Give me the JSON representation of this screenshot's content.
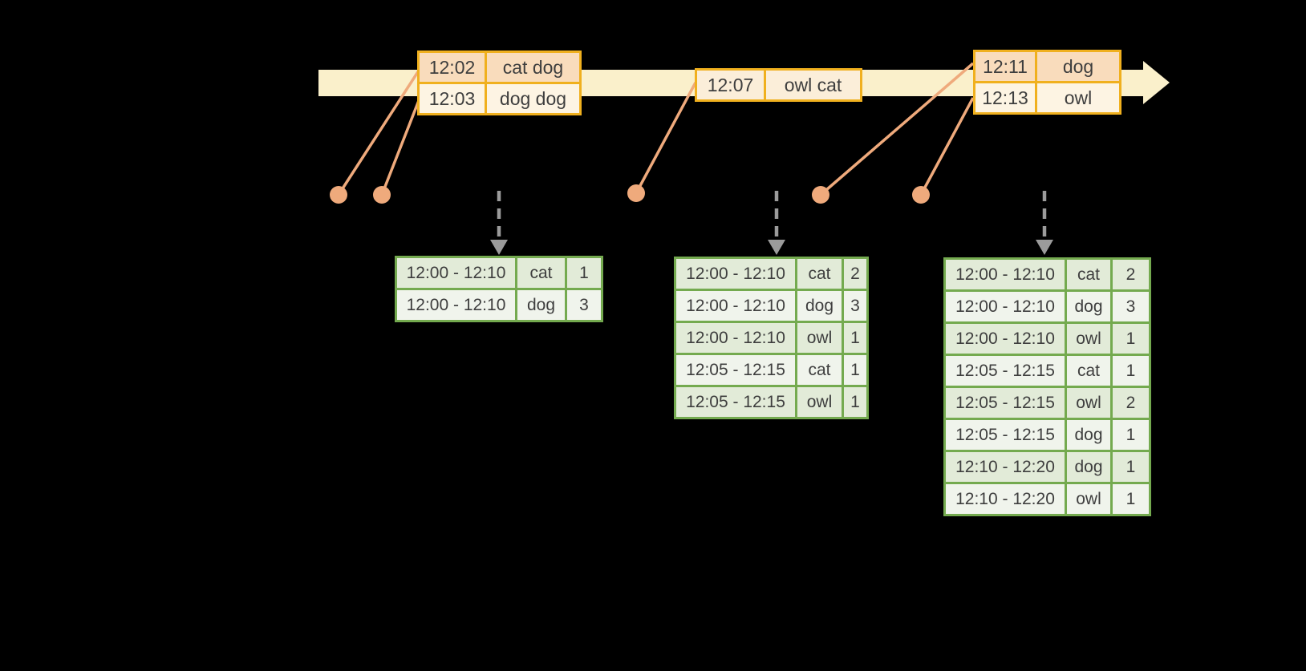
{
  "colors": {
    "background": "#000000",
    "timeline_band": "#FAF0CB",
    "event_border": "#F0B01E",
    "event_row_dark": "#F9DCBC",
    "event_row_light": "#FDF4E3",
    "event_row_mid": "#FBEED9",
    "result_border": "#74AA4F",
    "result_row_dark": "#E2EBD8",
    "result_row_light": "#F0F4EC",
    "connector": "#EFAA7C",
    "trigger_arrow": "#9B9B9B",
    "text": "#3E3E3E"
  },
  "events": {
    "table1": {
      "rows": [
        {
          "time": "12:02",
          "words": "cat dog"
        },
        {
          "time": "12:03",
          "words": "dog dog"
        }
      ]
    },
    "table2": {
      "rows": [
        {
          "time": "12:07",
          "words": "owl cat"
        }
      ]
    },
    "table3": {
      "rows": [
        {
          "time": "12:11",
          "words": "dog"
        },
        {
          "time": "12:13",
          "words": "owl"
        }
      ]
    }
  },
  "results": {
    "table1": {
      "rows": [
        {
          "window": "12:00 - 12:10",
          "word": "cat",
          "count": "1"
        },
        {
          "window": "12:00 - 12:10",
          "word": "dog",
          "count": "3"
        }
      ]
    },
    "table2": {
      "rows": [
        {
          "window": "12:00 - 12:10",
          "word": "cat",
          "count": "2"
        },
        {
          "window": "12:00 - 12:10",
          "word": "dog",
          "count": "3"
        },
        {
          "window": "12:00 - 12:10",
          "word": "owl",
          "count": "1"
        },
        {
          "window": "12:05 - 12:15",
          "word": "cat",
          "count": "1"
        },
        {
          "window": "12:05 - 12:15",
          "word": "owl",
          "count": "1"
        }
      ]
    },
    "table3": {
      "rows": [
        {
          "window": "12:00 - 12:10",
          "word": "cat",
          "count": "2"
        },
        {
          "window": "12:00 - 12:10",
          "word": "dog",
          "count": "3"
        },
        {
          "window": "12:00 - 12:10",
          "word": "owl",
          "count": "1"
        },
        {
          "window": "12:05 - 12:15",
          "word": "cat",
          "count": "1"
        },
        {
          "window": "12:05 - 12:15",
          "word": "owl",
          "count": "2"
        },
        {
          "window": "12:05 - 12:15",
          "word": "dog",
          "count": "1"
        },
        {
          "window": "12:10 - 12:20",
          "word": "dog",
          "count": "1"
        },
        {
          "window": "12:10 - 12:20",
          "word": "owl",
          "count": "1"
        }
      ]
    }
  }
}
